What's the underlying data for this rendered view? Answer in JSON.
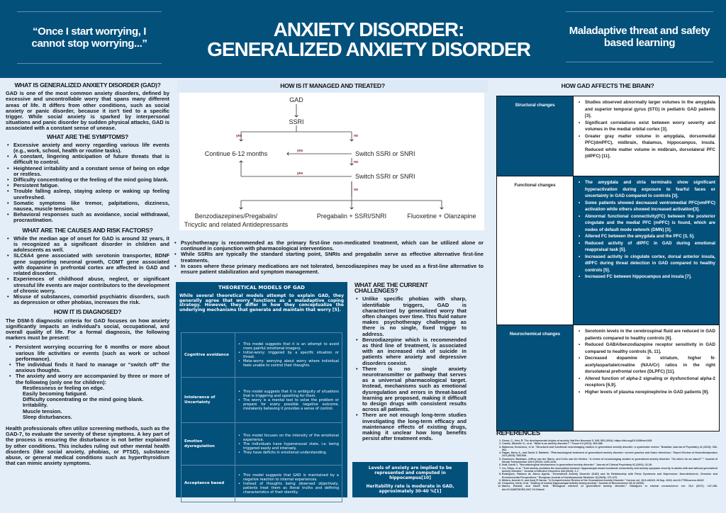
{
  "header": {
    "quote": "“Once I start worrying, I cannot stop worrying...”",
    "title_line1": "ANXIETY DISORDER:",
    "title_line2": "GENERALIZED ANXIETY DISORDER",
    "tagline": "Maladaptive threat and safety based learning"
  },
  "left": {
    "what_title": "WHAT IS GENERALIZED ANXIETY DISORDER (GAD)?",
    "what_text": "GAD is one of the most common anxiety disorders, defined by excessive and uncontrollable worry that spans many different areas of life. It differs from other conditions, such as social anxiety or panic disorder, because it isn't tied to a specific trigger. While social anxiety is sparked by interpersonal situations and panic disorder by sudden physical attacks, GAD is associated with a constant sense of unease.",
    "symptoms_title": "WHAT ARE THE SYMPTOMS?",
    "symptoms": [
      "Excessive anxiety and worry regarding various life events (e.g., work, school, health or routine tasks).",
      "A constant, lingering anticipation of future threats that is difficult to control.",
      "Heightened irritability and a constant sense of being on edge or restless.",
      "Difficulty concentrating or the feeling of the mind going blank.",
      "Persistent fatigue.",
      "Trouble falling asleep, staying asleep or waking up feeling unrefreshed.",
      "Somatic symptoms like tremor, palpitations, dizziness, nausea, muscle tension.",
      "Behavioral responses such as avoidance, social withdrawal, procrastination."
    ],
    "causes_title": "WHAT ARE THE CAUSES AND RISK FACTORS?",
    "causes": [
      "While the median age of onset for GAD is around 32 years, it is recognized as a significant disorder in children and adolescents as well.",
      "SLC6A4 gene associated with serotonin transporter, BDNF gene supporting neuronal growth, COMT gene associated with dopamine in prefrontal cortex are affected in GAD and related disorders.",
      "Experiences of childhood abuse, neglect, or significant stressful life events are major contributors to the development of chronic worry.",
      "Misuse of substances, comorbid psychiatric disorders, such as depression or other phobias, increases the risk."
    ],
    "diag_title": "HOW IT IS DIAGNOSED?",
    "diag_text": "The DSM-5 diagnostic criteria for GAD focuses on how anxiety significantly impacts an individual's social, occupational, and overall quality of life. For a formal diagnosis, the following markers must be present:",
    "diag_markers": [
      "Persistent worrying occurring for 6 months or more about various life activities or events (such as work or school performance).",
      "The individual finds it hard to manage or \"switch off\" the anxious thoughts.",
      "The anxiety and worry are accompanied by three or more of the following (only one for children):"
    ],
    "diag_sub": [
      "Restlessness or feeling on edge.",
      "Easily becoming fatigued.",
      "Difficulty concentrating or the mind going blank.",
      "Irritability.",
      "Muscle tension.",
      "Sleep disturbances."
    ],
    "diag_footer": "Health professionals often utilize screening methods, such as the GAD-7, to evaluate the severity of these symptoms. A key part of the process is ensuring the disturbance is not better explained by other conditions. This includes ruling out other mental health disorders (like social anxiety, phobias, or PTSD), substance abuse, or general medical conditions such as hyperthyroidism that can mimic anxiety symptoms."
  },
  "middle": {
    "title": "HOW IS IT MANAGED AND TREATED?",
    "flow": {
      "gad": "GAD",
      "ssri": "SSRI",
      "continue": "Continue  6-12 months",
      "switch1": "Switch SSRI or SNRI",
      "switch2": "Switch SSRI or SNRI",
      "yes": "yes",
      "no": "no",
      "opt1a": "Benzodiazepines/Pregabalin/",
      "opt1b": "Tricyclic and related Antidepressants",
      "opt2": "Pregabalin + SSRI/SNRI",
      "opt3": "Fluoxetine + Olanzapine"
    },
    "treatment": [
      "Psychotherapy is recommended as the primary first-line non-medicated treatment, which can be utilized alone or continued in conjunction with pharmacological interventions.",
      "While SSRIs are typically the standard starting point, SNRIs and pregabalin serve as effective alternative first-line treatments.",
      "In cases where these primary medications are not tolerated, benzodiazepines may be used as a first-line alternative to ensure patient stabilization and symptom management."
    ],
    "models": {
      "title": "THEORETICAL MODELS OF GAD",
      "intro": "While several theoretical models attempt to explain GAD, they generally agree that worry functions as a maladaptive coping strategy. However, they differ in how they conceptualize the underlying mechanisms that generate and maintain that worry [5].",
      "rows": [
        {
          "name": "Cognitive avoidance",
          "points": [
            "This model suggests that it is an attempt to avoid more painful emotional imagery.",
            "Initial-worry: triggered by a specific situation or threat.",
            "Meta-worry: worrying about worry where individual feels unable to control their thoughts."
          ]
        },
        {
          "name": "Intolerance of Uncertainty",
          "points": [
            "This model suggests that it is ambiguity of situations that is triggering and upsetting for them.",
            "The worry is a mental tool to solve the problem or prepare for every possible negative outcome, mistakenly believing it provides a sense of control."
          ]
        },
        {
          "name": "Emotion dysregulation",
          "points": [
            "This model focuses on the intensity of the emotional experience.",
            "The individuals have hyperarousal state, i.e. being triggered easily and intensely.",
            "They have deficits in emotional understanding."
          ]
        },
        {
          "name": "Acceptance based",
          "points": [
            "This model suggests that GAD is maintained by a negative reaction to internal experiences.",
            "Instead of thoughts being observed objectively, patients treat them as literal truths and defining characteristics of their identity."
          ]
        }
      ]
    },
    "challenges_title": "WHAT ARE THE CURRENT CHALLENGES?",
    "challenges": [
      "Unlike specific phobias with sharp, identifiable triggers, GAD is characterized by generalized worry that often changes over time. This fluid nature makes psychotherapy challenging as there is no single, fixed trigger to address.",
      "Benzodiazepine which is recommended as third line of treatment, is associated with an increased risk of suicide in patients where anxiety and depressive disorders coexist.",
      "There is no single anxiety neurotransmitter or pathway that serves as a universal pharmacological target. Instead, mechanisms such as emotional dysregulation and errors in threat-based learning are proposed, making it difficult to design drugs with consistent results across all patients.",
      "There are not enough long-term studies investigating the long-term efficacy and maintenance effects of existing drugs, making it unclear how long benefits persist after treatment ends."
    ],
    "facts": [
      "Levels of anxiety are implied to be represented and computed in hippocampus[10]",
      "Heritability rate is moderate in GAD, approximately 30-40 %[1]"
    ]
  },
  "right": {
    "title": "HOW GAD AFFECTS THE BRAIN?",
    "rows": [
      {
        "name": "Structural changes",
        "points": [
          "Studies observed abnormally larger volumes in the amygdala and superior temporal gyrus (STG) in pediatric GAD patients [3].",
          "Significant correlations exist between worry severity and volumes in the medial orbital cortex [3].",
          "Greater gray matter volume in amygdala, dorsomedial PFC(dmPFC), midbrain, thalamus, hippocampus, insula. Reduced white matter volume in midbrain, dorsolateral PFC (dlPFC) [11]."
        ]
      },
      {
        "name": "Functional changes",
        "points": [
          "The amygdala and stria terminalis show significant hyperactivation during exposure to fearful faces or uncertainty in GAD compared to controls [3].",
          "Some patients showed decreased ventromedial PFC(vmPFC) activation while others showed increased activation[3].",
          "Abnormal functional connectivity(FC) between the posterior cingulate and the medial PFC (mPFC) is found, which are nodes of default mode network (DMN) [3].",
          "Altered FC between the amygdala and the PFC [3, 5].",
          "Reduced activity of dlPFC in GAD during emotional reappraisal task [5].",
          "Increased activity in cingulate cortex, dorsal anterior insula, dlPFC during threat detection in GAD compared to healthy controls [5].",
          "Increased FC between hippocampus and insula [7]."
        ]
      },
      {
        "name": "Neurochemical changes",
        "points": [
          "Serotonin levels in the cerebrospinal fluid are reduced in GAD patients compared to healthy controls [6].",
          "Reduced GABA/benzodiazepine receptor sensitivity in GAD compared to healthy controls [6, 11].",
          "Decreased dopamine in striatum, higher N-acetylaspartate/creatine (NAA/Cr) ratios in the right dorsolateral prefrontal cortex (DLPFC) [11].",
          "Altered function of alpha-2 signaling or dysfunctional alpha-2 receptors [6,9].",
          "Higher levels of plasma norepinephrine in GAD patients [9]."
        ]
      }
    ],
    "refs_title": "REFERENCES",
    "refs": [
      "Gross, C., Hen, R. The developmental origins of anxiety. Nat Rev Neurosci 5, 545–552 (2004). https://doi.org/10.1038/nrn1429",
      "Craske, Michelle G., et al. \"What is an anxiety disorder?.\" Focus 9.3 (2011): 369-388.",
      "Madonna, Domenico, et al. \"Structural and functional neuroimaging studies in generalized anxiety disorder: a systematic review.\" Brazilian Journal of Psychiatry 41 (2019): 336-362.",
      "Fagan, Harry A., and David S. Baldwin. \"Pharmacological treatment of generalised anxiety disorder: current practice and future directions.\" Expert Review of Neurotherapeutics 23.6 (2023): 535-548.",
      "Goossens, Bastiaan, Jeffrey van der Starre, and Colin van der Heiden. \"A review of neuroimaging studies in generalized anxiety disorder: \"So where do we stand?\".\" Journal of Neural Transmission 126.9 (2019): 1203-1216.",
      "Nutt, David J. \"Neurobiological mechanisms in generalized anxiety disorder.\" Journal of Clinical Psychiatry 62 (2001): 22-28.",
      "Liu, Shiyu, et al. \"Trait anxiety mediates the association between hippocampal-insula functional connectivity and anxiety symptom severity in adults with and without generalized anxiety disorder.\" Journal of affective Disorders 344 (2024): 1-7.",
      "Rodrigues, Fabiano de Abreu Agrela. \"Generalized Anxiety Disorder (GAD) and Its Relationship with Panic Syndrome and Depression: Neurotelomeric, Genomic and Environmental Perspectives.\" European Journal of Cardiovascular Medicine 15 (2025): 271-275.",
      "Mishra, Aneesh K, and Anuj R Varma. \"A Comprehensive Review of the Generalized Anxiety Disorder.\" Cureus vol. 15,9 e46115. 28 Sep. 2023, doi:10.7759/cureus.46115",
      "Cerqueira, Carlo, et al. \"Scaling of ventral hippocampal activity during anxiety.\" Journal of Neuroscience 45.12 (2025).",
      "Maron, Eduard, and David Nutt. \"Biological markers of generalized anxiety disorder.\" Dialogues in clinical neuroscience vol. 19,2 (2017): 147-158. doi:10.31887/DCNS.2017.19.2/dnutt"
    ]
  },
  "colors": {
    "primary": "#03507b",
    "background": "#e4eef9",
    "flow_label": "#8a1a1a"
  }
}
